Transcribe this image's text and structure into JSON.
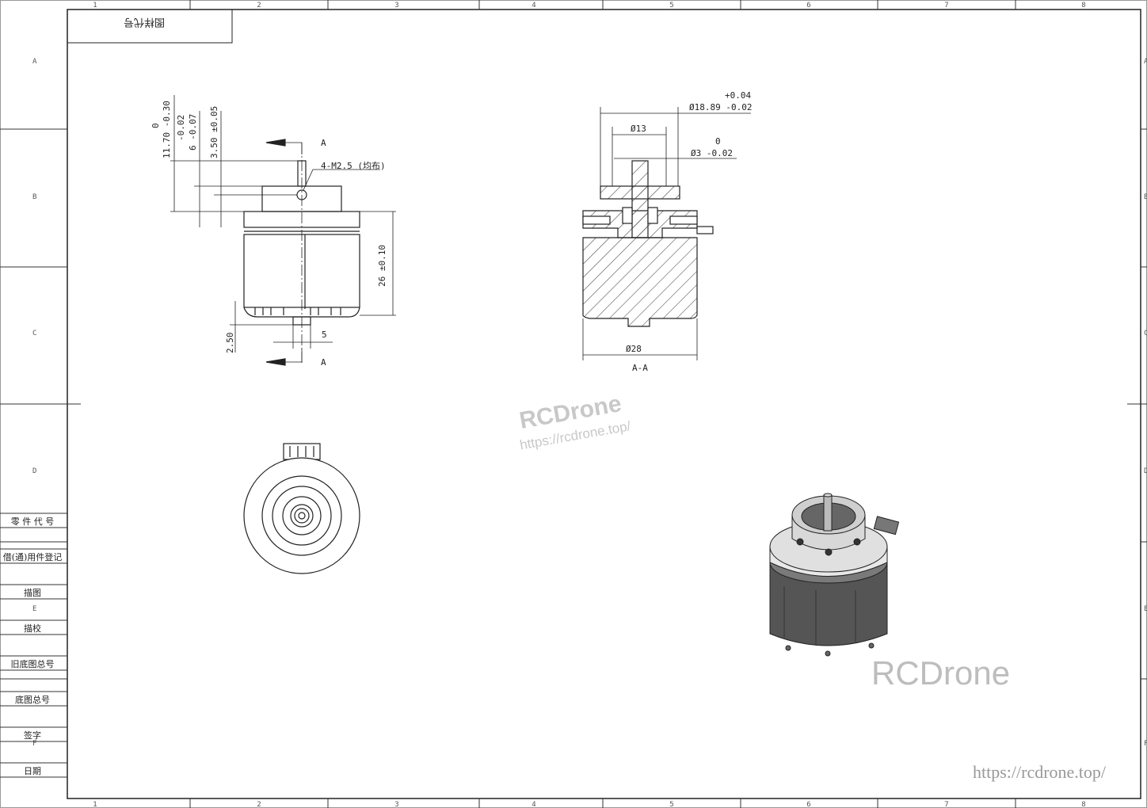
{
  "title_box": "图样代号",
  "grid": {
    "columns": [
      "1",
      "2",
      "3",
      "4",
      "5",
      "6",
      "7",
      "8"
    ],
    "rows": [
      "A",
      "B",
      "C",
      "D",
      "E",
      "F"
    ]
  },
  "side_table": [
    "零 件 代 号",
    "借(通)用件登记",
    "描图",
    "描校",
    "旧底图总号",
    "底图总号",
    "签字",
    "日期"
  ],
  "front_view": {
    "dim_a": "11.70 -0.30",
    "dim_a_top": "0",
    "dim_b": "6 -0.07",
    "dim_b_top": "-0.02",
    "dim_c": "3.50 ±0.05",
    "dim_height": "26 ±0.10",
    "dim_bottom": "2.50",
    "dim_width": "5",
    "thread_note": "4-M2.5 (均布)",
    "section_label": "A"
  },
  "section_view": {
    "dia_outer_top": "Ø18.89 -0.02",
    "dia_outer_tol": "+0.04",
    "dia_13": "Ø13",
    "dia_shaft": "Ø3 -0.02",
    "dia_shaft_tol": "0",
    "dia_body": "Ø28",
    "caption": "A-A"
  },
  "watermark": {
    "brand": "RCDrone",
    "url": "https://rcdrone.top/"
  },
  "brand_label": "RCDrone",
  "footer_url": "https://rcdrone.top/"
}
